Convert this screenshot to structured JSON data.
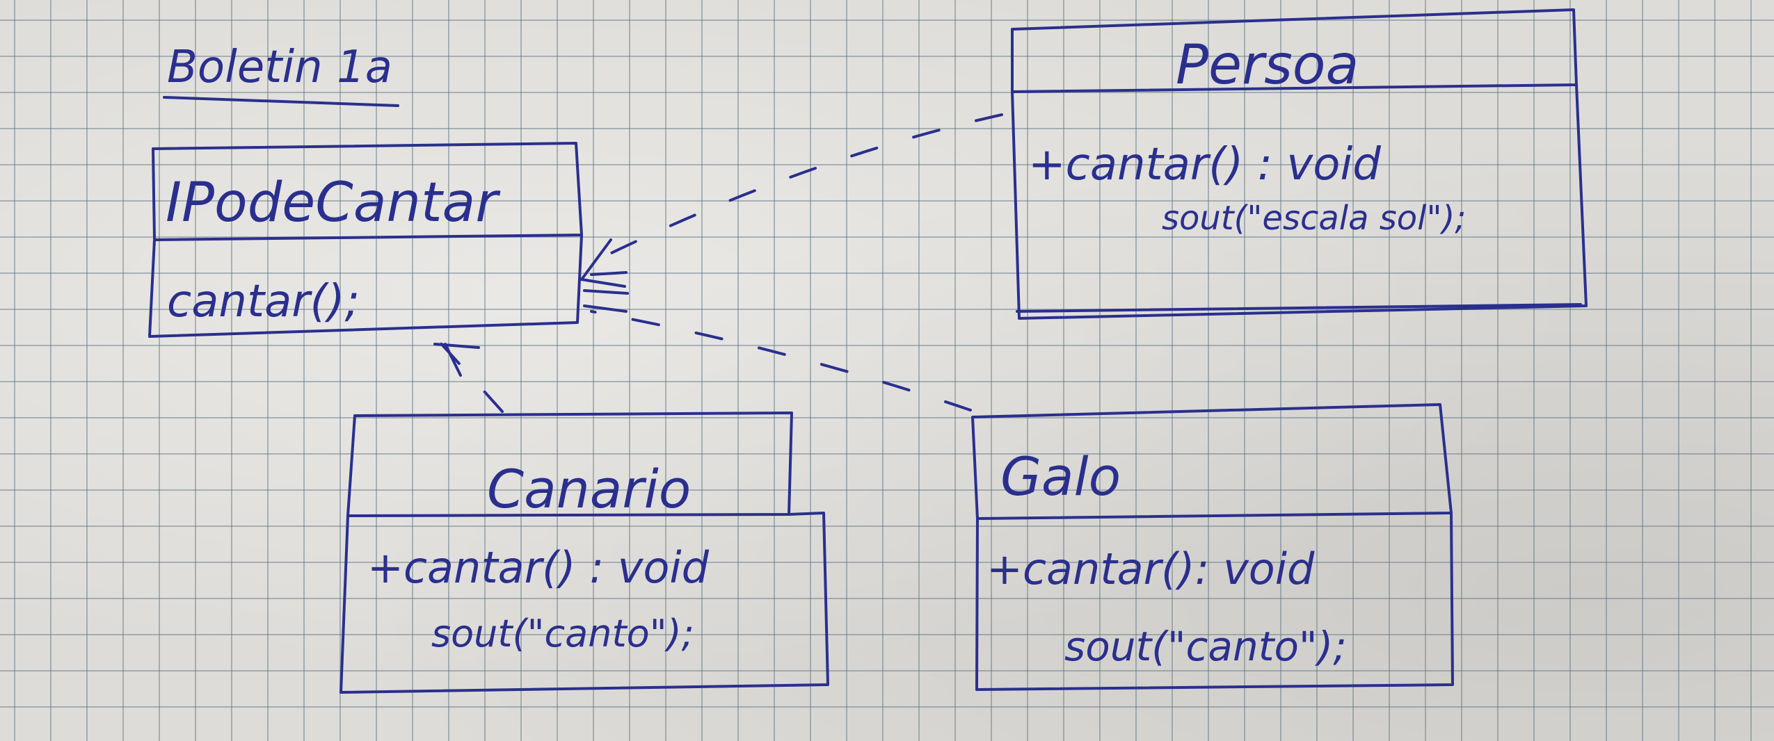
{
  "title": "Boletin 1a",
  "classes": {
    "interface": {
      "name": "IPodeCantar",
      "methods": [
        "cantar();"
      ]
    },
    "persoa": {
      "name": "Persoa",
      "methods": [
        "+cantar() : void"
      ],
      "body": [
        "sout(\"escala sol\");"
      ]
    },
    "canario": {
      "name": "Canario",
      "methods": [
        "+cantar() : void"
      ],
      "body": [
        "sout(\"canto\");"
      ]
    },
    "galo": {
      "name": "Galo",
      "methods": [
        "+cantar(): void"
      ],
      "body": [
        "sout(\"canto\");"
      ]
    }
  },
  "relations": [
    {
      "from": "Persoa",
      "to": "IPodeCantar",
      "type": "realization"
    },
    {
      "from": "Canario",
      "to": "IPodeCantar",
      "type": "realization"
    },
    {
      "from": "Galo",
      "to": "IPodeCantar",
      "type": "realization"
    }
  ],
  "colors": {
    "ink": "#2a2f8e",
    "paper": "#dedcd8",
    "grid": "#5a7382"
  }
}
